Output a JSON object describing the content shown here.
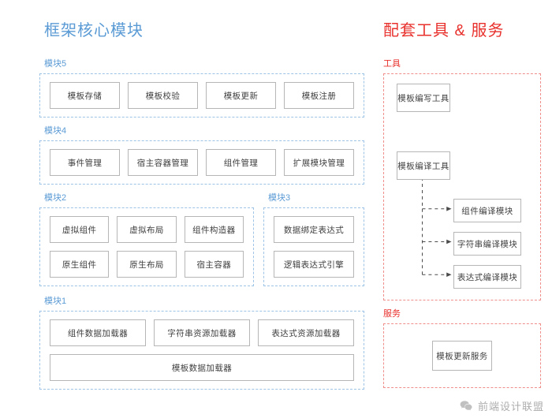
{
  "left": {
    "title": "框架核心模块",
    "accent_color": "#5b9bd5",
    "sections": [
      {
        "label": "模块5",
        "rows": [
          [
            "模板存储",
            "模板校验",
            "模板更新",
            "模板注册"
          ]
        ]
      },
      {
        "label": "模块4",
        "rows": [
          [
            "事件管理",
            "宿主容器管理",
            "组件管理",
            "扩展模块管理"
          ]
        ]
      },
      {
        "label": "模块2",
        "rows": [
          [
            "虚拟组件",
            "虚拟布局",
            "组件构造器"
          ],
          [
            "原生组件",
            "原生布局",
            "宿主容器"
          ]
        ]
      },
      {
        "label": "模块3",
        "rows": [
          [
            "数据绑定表达式"
          ],
          [
            "逻辑表达式引擎"
          ]
        ]
      },
      {
        "label": "模块1",
        "rows": [
          [
            "组件数据加载器",
            "字符串资源加载器",
            "表达式资源加载器"
          ]
        ],
        "full_width_box": "模板数据加载器"
      }
    ]
  },
  "right": {
    "title": "配套工具 & 服务",
    "accent_color": "#e8302c",
    "tools": {
      "label": "工具",
      "editor": "模板编写工具",
      "compiler": "模板编译工具",
      "compile_modules": [
        "组件编译模块",
        "字符串编译模块",
        "表达式编译模块"
      ]
    },
    "services": {
      "label": "服务",
      "items": [
        "模板更新服务"
      ]
    }
  },
  "watermark": {
    "text": "前端设计联盟",
    "icon": "wechat-icon"
  }
}
